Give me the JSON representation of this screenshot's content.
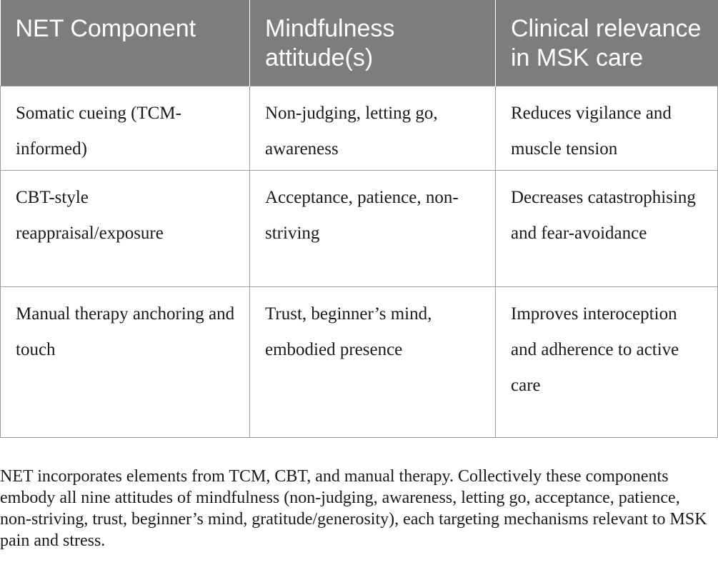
{
  "table": {
    "headers": [
      "NET Component",
      "Mindfulness attitude(s)",
      "Clinical relevance in MSK care"
    ],
    "rows": [
      [
        "Somatic cueing (TCM-informed)",
        "Non-judging, letting go, awareness",
        "Reduces vigilance and muscle tension"
      ],
      [
        "CBT-style reappraisal/exposure",
        "Acceptance, patience, non-striving",
        "Decreases catastrophising and fear-avoidance"
      ],
      [
        "Manual therapy anchoring and touch",
        "Trust, beginner’s mind, embodied presence",
        "Improves interoception and adherence to active care"
      ]
    ]
  },
  "footnote": "NET incorporates elements from TCM, CBT, and manual therapy. Collectively these components embody all nine attitudes of mindfulness (non-judging, awareness, letting go, acceptance, patience, non-striving, trust, beginner’s mind, gratitude/generosity), each targeting mechanisms relevant to MSK pain and stress.",
  "colors": {
    "header_bg": "#7d7d7b",
    "header_text": "#ffffff",
    "border": "#9a9a9a"
  }
}
